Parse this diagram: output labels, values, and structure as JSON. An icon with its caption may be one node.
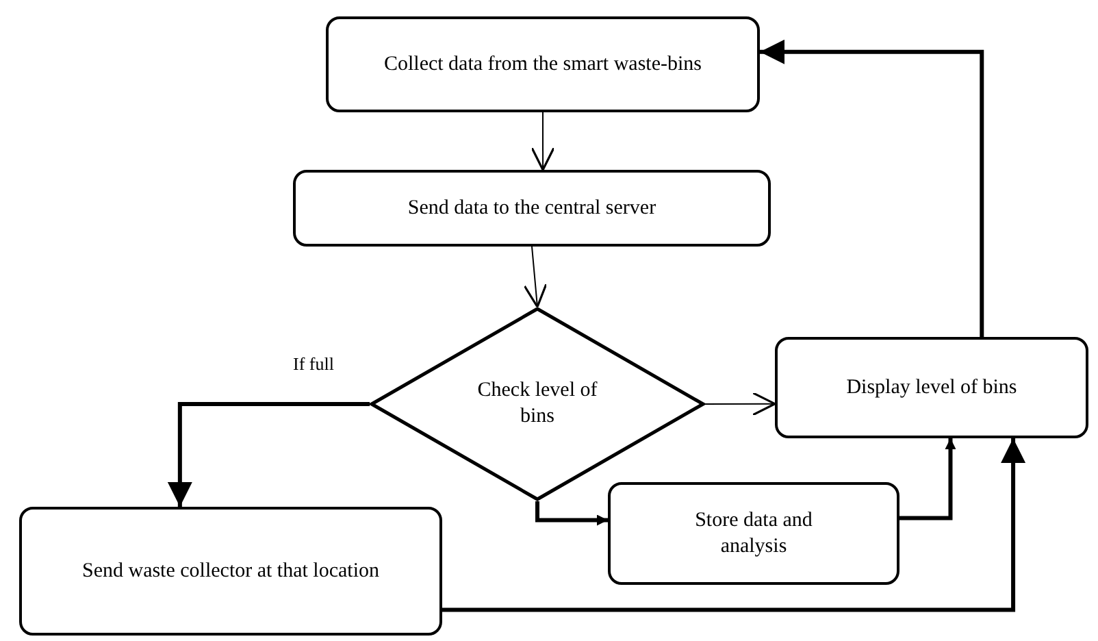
{
  "diagram": {
    "nodes": [
      {
        "text": [
          "Collect data from the smart waste-bins"
        ]
      },
      {
        "text": [
          "Send data to the central server"
        ]
      },
      {
        "text": [
          "Check level of bins"
        ]
      },
      {
        "text": [
          "Display level of bins"
        ]
      },
      {
        "text": [
          "Store data and analysis"
        ]
      },
      {
        "text": [
          "Send waste collector at that location"
        ]
      }
    ],
    "edges": [
      {
        "from": 0,
        "to": 1,
        "arrow": "to"
      },
      {
        "from": 1,
        "to": 2,
        "arrow": "to"
      },
      {
        "from": 2,
        "to": 3,
        "arrow": "to"
      },
      {
        "from": 2,
        "to": 5,
        "arrow": "to",
        "label": "If full"
      },
      {
        "from": 2,
        "to": 4,
        "arrow": "to"
      },
      {
        "from": 4,
        "to": 3,
        "arrow": "to"
      },
      {
        "from": 5,
        "to": 3,
        "arrow": "to"
      },
      {
        "from": 3,
        "to": 0,
        "arrow": "to"
      }
    ]
  }
}
